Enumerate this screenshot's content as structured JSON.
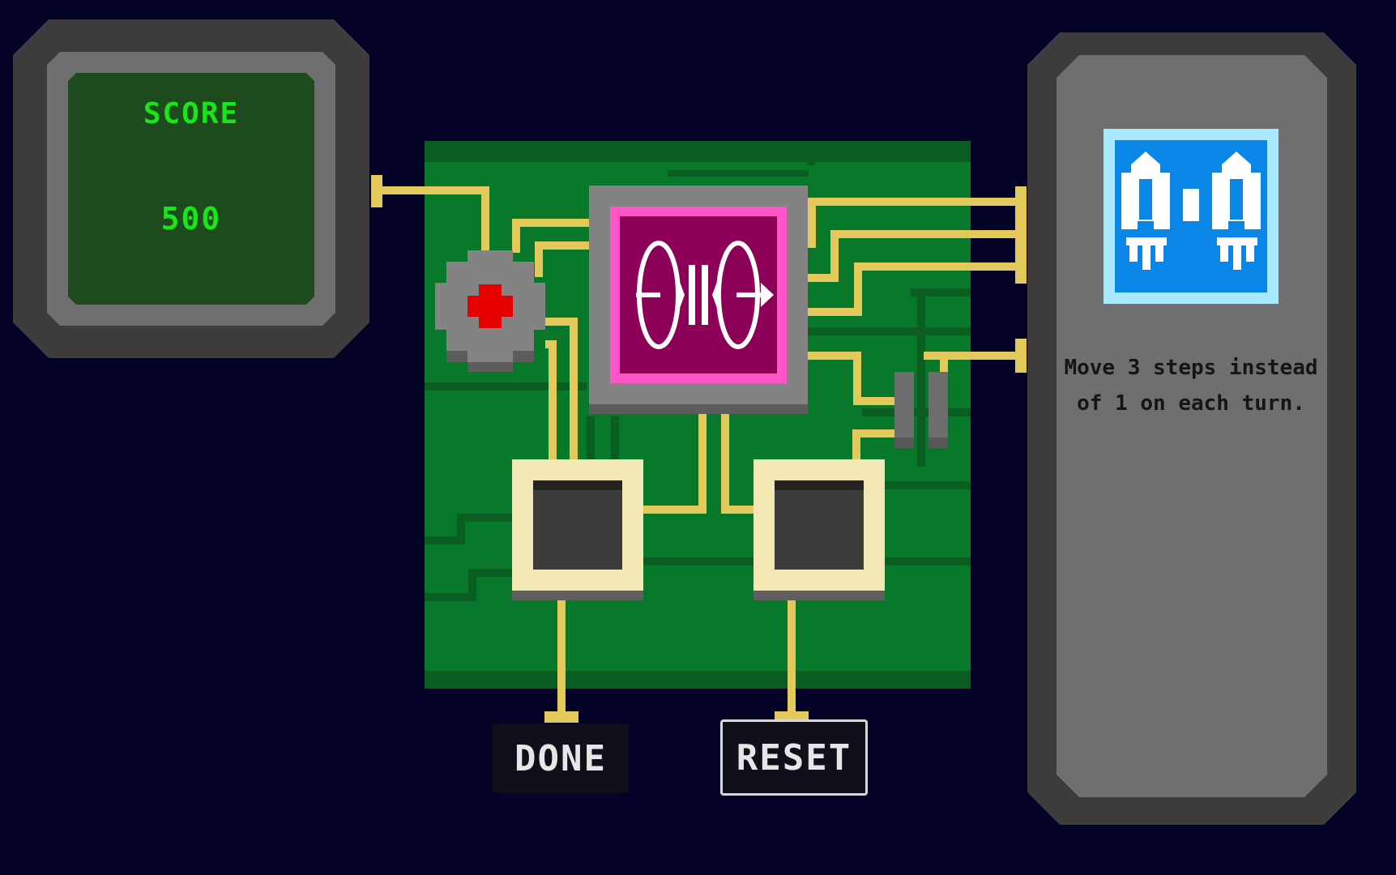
{
  "score": {
    "label": "SCORE",
    "value": "500"
  },
  "buttons": {
    "done": "DONE",
    "reset": "RESET"
  },
  "card": {
    "description": "Move 3 steps instead of 1 on each turn."
  },
  "colors": {
    "background": "#020326",
    "board": "#08782a",
    "wire": "#e3c95a",
    "chip_face": "#8c0057",
    "chip_border": "#ff55c8",
    "card_icon": "#0a86e6",
    "score_text": "#19e619",
    "red_button": "#e60000"
  },
  "icons": {
    "chip": "warp-arrows-icon",
    "card": "twin-rockets-icon",
    "button": "red-cross-button-icon"
  }
}
